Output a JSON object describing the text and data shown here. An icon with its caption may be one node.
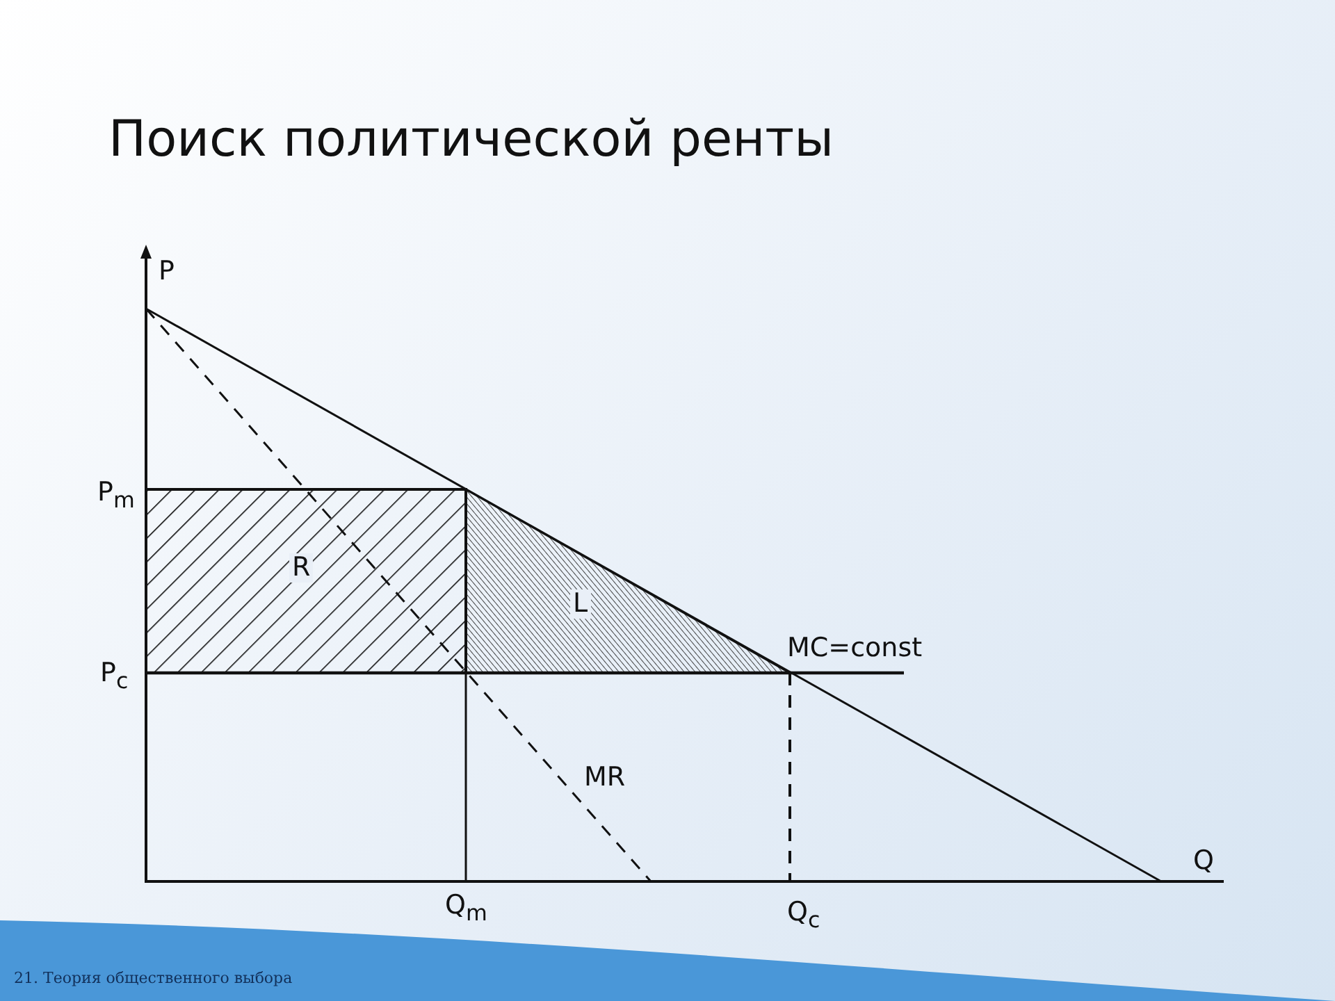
{
  "diagram": {
    "title": "Поиск политической ренты",
    "labels": [
      "P",
      "P$_{m}$",
      "R",
      "L",
      "MC=const",
      "P$_{c}$",
      "MR",
      "Q",
      "Q$_{m}$",
      "Q$_{c}$",
      "21. Теория общественного выбора"
    ]
  }
}
